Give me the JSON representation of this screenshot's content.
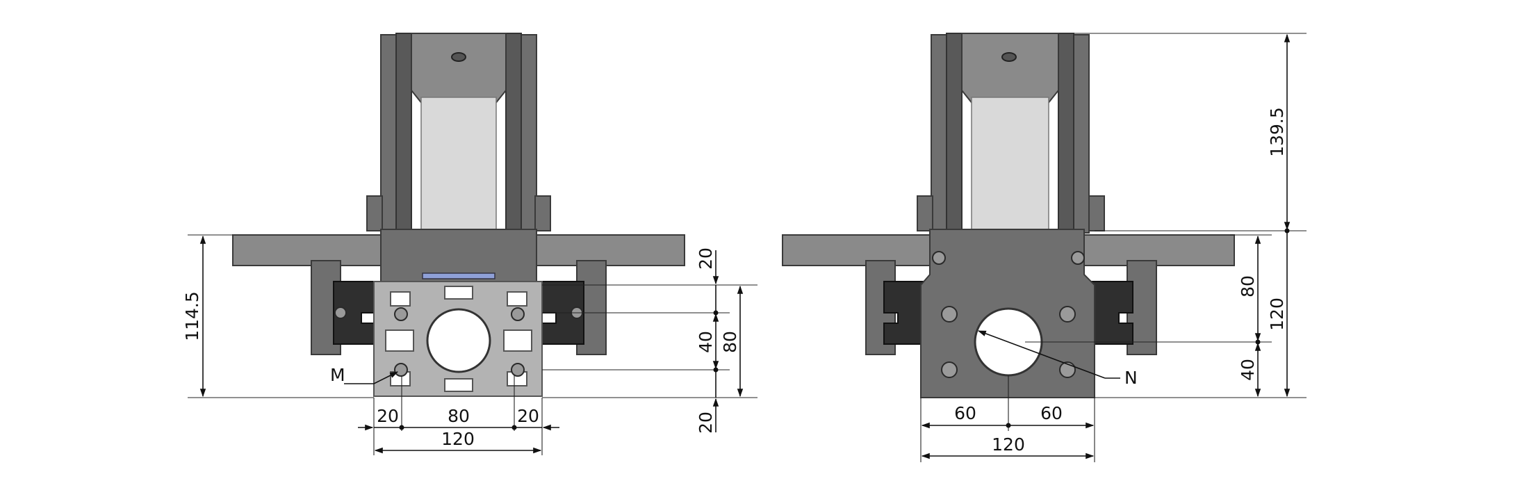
{
  "left_view": {
    "dim_height_total": "114.5",
    "dim_right_top": "20",
    "dim_right_mid": "40",
    "dim_right_bottom": "20",
    "dim_right_outer": "80",
    "dim_bottom_left": "20",
    "dim_bottom_mid": "80",
    "dim_bottom_right": "20",
    "dim_bottom_total": "120",
    "callout": "M"
  },
  "right_view": {
    "dim_top_height": "139.5",
    "dim_left_80": "80",
    "dim_left_40": "40",
    "dim_outer_120": "120",
    "dim_bottom_left": "60",
    "dim_bottom_right": "60",
    "dim_bottom_total": "120",
    "callout": "N"
  },
  "colors": {
    "steel": "#6f6f6f",
    "belt": "#d9d9d9",
    "block": "#2f2f2f",
    "accent": "#8fa0d8"
  }
}
